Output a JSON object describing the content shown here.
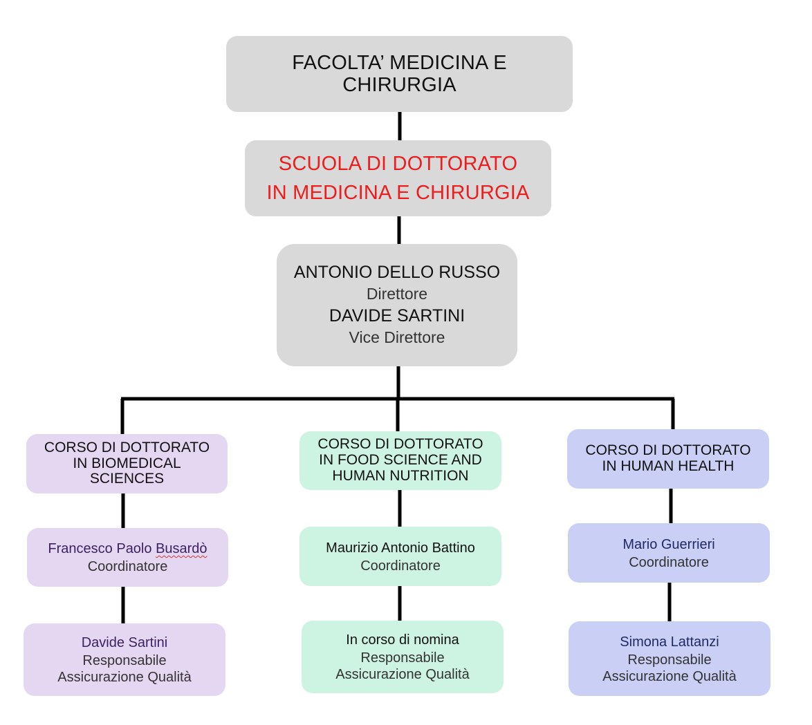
{
  "faculty": {
    "line1": "FACOLTA’ MEDICINA E",
    "line2": "CHIRURGIA"
  },
  "school": {
    "line1": "SCUOLA DI DOTTORATO",
    "line2": "IN MEDICINA E CHIRURGIA",
    "color": "#ee1c1c"
  },
  "direction": {
    "director_name": "ANTONIO DELLO RUSSO",
    "director_role": "Direttore",
    "vice_name": "DAVIDE SARTINI",
    "vice_role": "Vice Direttore"
  },
  "courses": [
    {
      "title_lines": [
        "CORSO DI DOTTORATO",
        "IN BIOMEDICAL",
        "SCIENCES"
      ],
      "coordinator_first": "Francesco Paolo ",
      "coordinator_last": "Busardò",
      "coordinator_role": "Coordinatore",
      "qa_name": "Davide Sartini",
      "qa_role_line1": "Responsabile",
      "qa_role_line2": "Assicurazione Qualità",
      "color": "#e4d7f1"
    },
    {
      "title_lines": [
        "CORSO DI DOTTORATO",
        "IN FOOD SCIENCE AND",
        "HUMAN NUTRITION"
      ],
      "coordinator_name": "Maurizio Antonio Battino",
      "coordinator_role": "Coordinatore",
      "qa_name": "In corso di nomina",
      "qa_role_line1": "Responsabile",
      "qa_role_line2": "Assicurazione Qualità",
      "color": "#cdf3e3"
    },
    {
      "title_lines": [
        "CORSO DI DOTTORATO",
        "IN HUMAN HEALTH"
      ],
      "coordinator_name": "Mario Guerrieri",
      "coordinator_role": "Coordinatore",
      "qa_name": "Simona Lattanzi",
      "qa_role_line1": "Responsabile",
      "qa_role_line2": "Assicurazione Qualità",
      "color": "#c9cff5"
    }
  ]
}
